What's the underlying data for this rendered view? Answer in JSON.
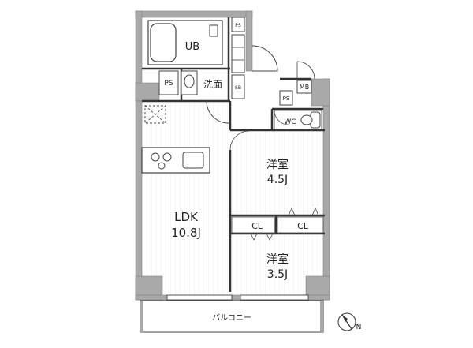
{
  "rooms": {
    "ub": "UB",
    "washroom": "洗面",
    "wc": "WC",
    "mb": "MB",
    "ldk_name": "LDK",
    "ldk_size": "10.8J",
    "western1_name": "洋室",
    "western1_size": "4.5J",
    "western2_name": "洋室",
    "western2_size": "3.5J",
    "balcony": "バルコニー"
  },
  "fixtures": {
    "ps": "PS",
    "sb": "SB",
    "cl": "CL",
    "north": "N"
  },
  "colors": {
    "wall": "#a9a9a9",
    "line": "#333333",
    "floor_line": "#eeeeee"
  }
}
